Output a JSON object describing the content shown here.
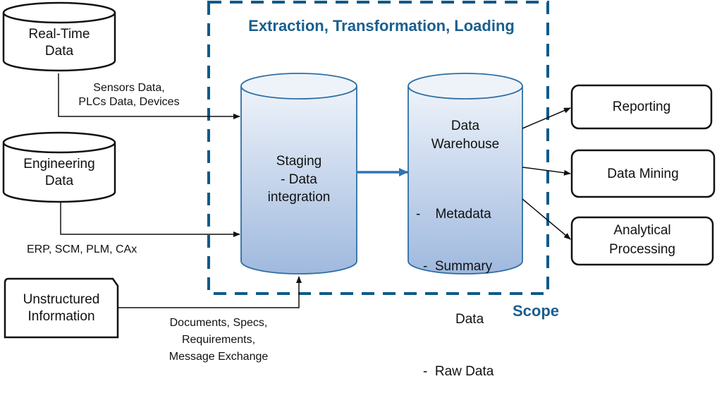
{
  "colors": {
    "scope_border": "#0e5a8a",
    "title_text": "#1a5f8e",
    "cylinder_fill_top": "#eef3fa",
    "cylinder_fill_bottom": "#9fb9de",
    "cylinder_stroke": "#2e6fa3",
    "arrow_blue": "#2e74b5",
    "line_black": "#111111"
  },
  "scope": {
    "title": "Extraction, Transformation, Loading",
    "label": "Scope"
  },
  "sources": {
    "realtime": {
      "line1": "Real-Time",
      "line2": "Data",
      "edge_line1": "Sensors Data,",
      "edge_line2": "PLCs Data, Devices"
    },
    "engineering": {
      "line1": "Engineering",
      "line2": "Data",
      "edge_label": "ERP, SCM, PLM, CAx"
    },
    "unstructured": {
      "line1": "Unstructured",
      "line2": "Information",
      "edge_line1": "Documents, Specs,",
      "edge_line2": "Requirements,",
      "edge_line3": "Message Exchange"
    }
  },
  "staging": {
    "line1": "Staging",
    "line2": "- Data",
    "line3": "integration"
  },
  "warehouse": {
    "line1": "Data",
    "line2": "Warehouse",
    "items": [
      "-    Metadata",
      "-  Summary",
      "Data",
      "-  Raw Data"
    ]
  },
  "outputs": {
    "reporting": "Reporting",
    "mining": "Data Mining",
    "analytical_line1": "Analytical",
    "analytical_line2": "Processing"
  }
}
